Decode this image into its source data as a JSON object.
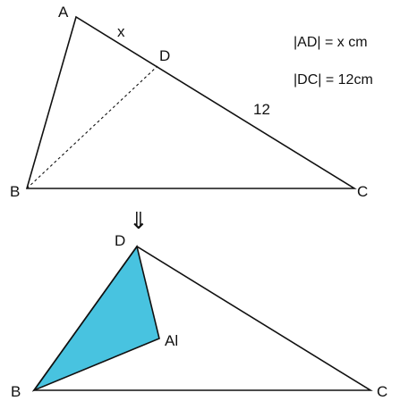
{
  "top_triangle": {
    "vertex_labels": {
      "A": "A",
      "B": "B",
      "C": "C",
      "D": "D"
    },
    "side_labels": {
      "AD": "x",
      "DC": "12"
    },
    "equations": [
      "|AD| = x cm",
      "|DC| = 12cm"
    ]
  },
  "arrow": {
    "symbol": "⇓"
  },
  "bottom_triangle": {
    "vertex_labels": {
      "D": "D",
      "B": "B",
      "C": "C",
      "A_prime": "Al"
    }
  },
  "colors": {
    "fill_triangle": "#48c3e0",
    "line": "#111111"
  }
}
